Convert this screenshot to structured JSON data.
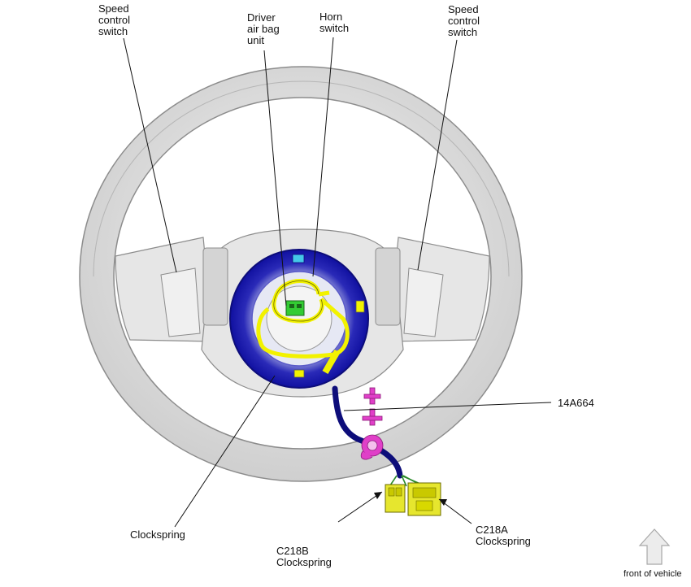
{
  "labels": {
    "speed_left": [
      "Speed",
      "control",
      "switch"
    ],
    "driver_airbag": [
      "Driver",
      "air bag",
      "unit"
    ],
    "horn": [
      "Horn",
      "switch"
    ],
    "speed_right": [
      "Speed",
      "control",
      "switch"
    ],
    "part_number": "14A664",
    "clockspring": "Clockspring",
    "c218b": [
      "C218B",
      "Clockspring"
    ],
    "c218a": [
      "C218A",
      "Clockspring"
    ],
    "front": "front of vehicle"
  },
  "colors": {
    "wheel": "#e2e2e2",
    "wheel_edge": "#8c8c8c",
    "clockspring": "#1a1aa8",
    "airbag": "#f2f200",
    "horn": "#33cc33",
    "connector": "#e6e62e",
    "harness": "#0d0d7a",
    "pink": "#e040c8"
  }
}
